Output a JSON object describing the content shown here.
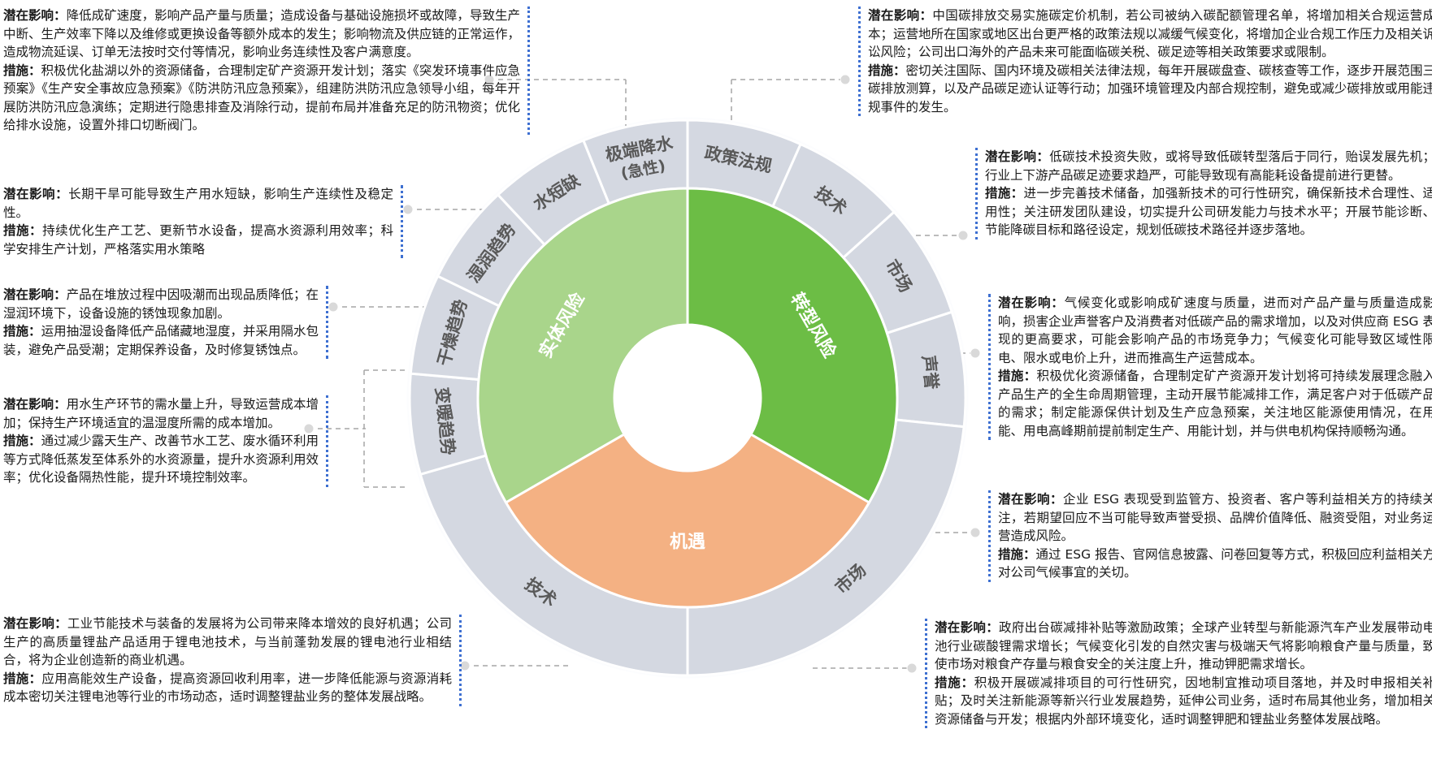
{
  "labels": {
    "impact": "潜在影响：",
    "measure": "措施："
  },
  "wheel": {
    "center_color": "#ffffff",
    "inner": [
      {
        "id": "physical",
        "label": "实体风险",
        "color": "#a9d58b",
        "text_color": "#ffffff",
        "start": 240,
        "end": 360
      },
      {
        "id": "transition",
        "label": "转型风险",
        "color": "#6cbd45",
        "text_color": "#ffffff",
        "start": 0,
        "end": 120
      },
      {
        "id": "opportunity",
        "label": "机遇",
        "color": "#f4b183",
        "text_color": "#ffffff",
        "start": 120,
        "end": 240
      }
    ],
    "outer_color": "#d4d8e1",
    "outer_text_color": "#595959",
    "outer": [
      {
        "label": "政策法规",
        "start": 0,
        "end": 24
      },
      {
        "label": "技术",
        "start": 24,
        "end": 48
      },
      {
        "label": "市场",
        "start": 48,
        "end": 72
      },
      {
        "label": "声誉",
        "start": 72,
        "end": 96
      },
      {
        "label": "市场",
        "start": 96,
        "end": 180
      },
      {
        "label": "技术",
        "start": 180,
        "end": 254
      },
      {
        "label": "变暖趋势",
        "start": 254,
        "end": 275
      },
      {
        "label": "干燥趋势",
        "start": 275,
        "end": 296
      },
      {
        "label": "湿润趋势",
        "start": 296,
        "end": 317
      },
      {
        "label": "水短缺",
        "start": 317,
        "end": 338
      },
      {
        "label": "极端降水",
        "sub": "(急性)",
        "start": 338,
        "end": 360
      }
    ]
  },
  "notes": [
    {
      "id": "extreme-rain",
      "impact": "降低成矿速度，影响产品产量与质量；造成设备与基础设施损坏或故障，导致生产中断、生产效率下降以及维修或更换设备等额外成本的发生；影响物流及供应链的正常运作，造成物流延误、订单无法按时交付等情况，影响业务连续性及客户满意度。",
      "measure": "积极优化盐湖以外的资源储备，合理制定矿产资源开发计划；落实《突发环境事件应急预案》《生产安全事故应急预案》《防洪防汛应急预案》，组建防洪防汛应急领导小组，每年开展防洪防汛应急演练；定期进行隐患排查及消除行动，提前布局并准备充足的防汛物资；优化给排水设施，设置外排口切断阀门。"
    },
    {
      "id": "water-shortage",
      "impact": "长期干旱可能导致生产用水短缺，影响生产连续性及稳定性。",
      "measure": "持续优化生产工艺、更新节水设备，提高水资源利用效率；科学安排生产计划，严格落实用水策略"
    },
    {
      "id": "humid-trend",
      "impact": "产品在堆放过程中因吸潮而出现品质降低；在湿润环境下，设备设施的锈蚀现象加剧。",
      "measure": "运用抽湿设备降低产品储藏地湿度，并采用隔水包装，避免产品受潮；定期保养设备，及时修复锈蚀点。"
    },
    {
      "id": "dry-warm-trend",
      "impact": "用水生产环节的需水量上升，导致运营成本增加；保持生产环境适宜的温湿度所需的成本增加。",
      "measure": "通过减少露天生产、改善节水工艺、废水循环利用等方式降低蒸发至体系外的水资源量，提升水资源利用效率；优化设备隔热性能，提升环境控制效率。"
    },
    {
      "id": "opp-tech",
      "impact": "工业节能技术与装备的发展将为公司带来降本增效的良好机遇；公司生产的高质量锂盐产品适用于锂电池技术，与当前蓬勃发展的锂电池行业相结合，将为企业创造新的商业机遇。",
      "measure": "应用高能效生产设备，提高资源回收利用率，进一步降低能源与资源消耗成本密切关注锂电池等行业的市场动态，适时调整锂盐业务的整体发展战略。"
    },
    {
      "id": "policy",
      "impact": "中国碳排放交易实施碳定价机制，若公司被纳入碳配额管理名单，将增加相关合规运营成本；运营地所在国家或地区出台更严格的政策法规以减缓气候变化，将增加企业合规工作压力及相关诉讼风险；公司出口海外的产品未来可能面临碳关税、碳足迹等相关政策要求或限制。",
      "measure": "密切关注国际、国内环境及碳相关法律法规，每年开展碳盘查、碳核查等工作，逐步开展范围三碳排放测算，以及产品碳足迹认证等行动；加强环境管理及内部合规控制，避免或减少碳排放或用能违规事件的发生。"
    },
    {
      "id": "tr-tech",
      "impact": "低碳技术投资失败，或将导致低碳转型落后于同行，贻误发展先机；行业上下游产品碳足迹要求趋严，可能导致现有高能耗设备提前进行更替。",
      "measure": "进一步完善技术储备，加强新技术的可行性研究，确保新技术合理性、适用性；关注研发团队建设，切实提升公司研发能力与技术水平；开展节能诊断、节能降碳目标和路径设定，规划低碳技术路径并逐步落地。"
    },
    {
      "id": "tr-market",
      "impact": "气候变化或影响成矿速度与质量，进而对产品产量与质量造成影响，损害企业声誉客户及消费者对低碳产品的需求增加，以及对供应商 ESG 表现的更高要求，可能会影响产品的市场竞争力；气候变化可能导致区域性限电、限水或电价上升，进而推高生产运营成本。",
      "measure": "积极优化资源储备，合理制定矿产资源开发计划将可持续发展理念融入产品生产的全生命周期管理，主动开展节能减排工作，满足客户对于低碳产品的需求；制定能源保供计划及生产应急预案，关注地区能源使用情况，在用能、用电高峰期前提前制定生产、用能计划，并与供电机构保持顺畅沟通。"
    },
    {
      "id": "reputation",
      "impact": "企业 ESG 表现受到监管方、投资者、客户等利益相关方的持续关注，若期望回应不当可能导致声誉受损、品牌价值降低、融资受阻，对业务运营造成风险。",
      "measure": "通过 ESG 报告、官网信息披露、问卷回复等方式，积极回应利益相关方对公司气候事宜的关切。"
    },
    {
      "id": "opp-market",
      "impact": "政府出台碳减排补贴等激励政策；全球产业转型与新能源汽车产业发展带动电池行业碳酸锂需求增长；气候变化引发的自然灾害与极端天气将影响粮食产量与质量，致使市场对粮食产存量与粮食安全的关注度上升，推动钾肥需求增长。",
      "measure": "积极开展碳减排项目的可行性研究，因地制宜推动项目落地，并及时申报相关补贴；及时关注新能源等新兴行业发展趋势，延伸公司业务，适时布局其他业务，增加相关资源储备与开发；根据内外部环境变化，适时调整钾肥和锂盐业务整体发展战略。"
    }
  ]
}
